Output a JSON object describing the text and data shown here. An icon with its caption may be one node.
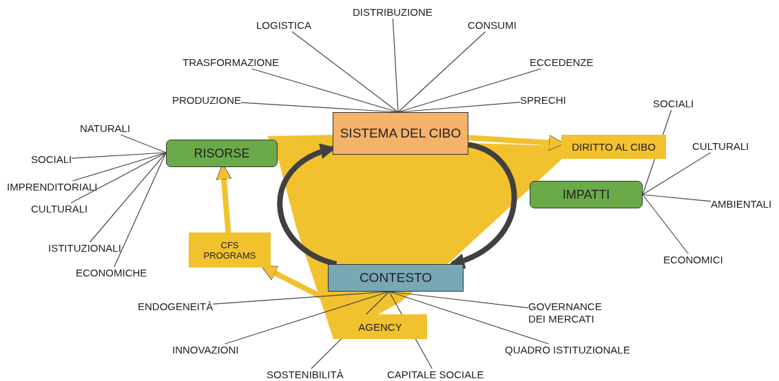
{
  "diagram": {
    "nodes": [
      {
        "text": [
          "SISTEMA DEL CIBO"
        ]
      },
      {
        "text": [
          "RISORSE"
        ]
      },
      {
        "text": [
          "DIRITTO AL CIBO"
        ]
      },
      {
        "text": [
          "IMPATTI"
        ]
      },
      {
        "text": [
          "CFS PROGRAMS"
        ]
      },
      {
        "text": [
          "CONTESTO"
        ]
      },
      {
        "text": [
          "AGENCY"
        ]
      },
      {
        "text": [
          "PRODUZIONE"
        ]
      },
      {
        "text": [
          "TRASFORMAZIONE"
        ]
      },
      {
        "text": [
          "LOGISTICA"
        ]
      },
      {
        "text": [
          "DISTRIBUZIONE"
        ]
      },
      {
        "text": [
          "CONSUMI"
        ]
      },
      {
        "text": [
          "ECCEDENZE"
        ]
      },
      {
        "text": [
          "SPRECHI"
        ]
      },
      {
        "text": [
          "NATURALI"
        ]
      },
      {
        "text": [
          "SOCIALI"
        ]
      },
      {
        "text": [
          "IMPRENDITORIALI"
        ]
      },
      {
        "text": [
          "CULTURALI"
        ]
      },
      {
        "text": [
          "ISTITUZIONALI"
        ]
      },
      {
        "text": [
          "ECONOMICHE"
        ]
      },
      {
        "text": [
          "SOCIALI"
        ]
      },
      {
        "text": [
          "CULTURALI"
        ]
      },
      {
        "text": [
          "AMBIENTALI"
        ]
      },
      {
        "text": [
          "ECONOMICI"
        ]
      },
      {
        "text": [
          "ENDOGENEITÀ"
        ]
      },
      {
        "text": [
          "INNOVAZIONI"
        ]
      },
      {
        "text": [
          "SOSTENIBILITÀ"
        ]
      },
      {
        "text": [
          "CAPITALE SOCIALE"
        ]
      },
      {
        "text": [
          "QUADRO ISTITUZIONALE"
        ]
      },
      {
        "text": [
          "GOVERNANCE DEI MERCATI"
        ]
      }
    ],
    "edges": [
      {
        "from": 0,
        "to": 2,
        "arrow": "to",
        "style": "thick",
        "color": "#f2c12e"
      },
      {
        "from": 4,
        "to": 1,
        "arrow": "to",
        "style": "thick",
        "color": "#f2c12e"
      },
      {
        "from": 6,
        "to": 4,
        "arrow": "to",
        "style": "thick",
        "color": "#f2c12e"
      },
      {
        "from": 5,
        "to": 0,
        "arrow": "to",
        "style": "thick",
        "color": "#404040"
      },
      {
        "from": 0,
        "to": 5,
        "arrow": "to",
        "style": "thick",
        "color": "#404040"
      },
      {
        "from": 7,
        "to": 0,
        "arrow": "none"
      },
      {
        "from": 8,
        "to": 0,
        "arrow": "none"
      },
      {
        "from": 9,
        "to": 0,
        "arrow": "none"
      },
      {
        "from": 10,
        "to": 0,
        "arrow": "none"
      },
      {
        "from": 11,
        "to": 0,
        "arrow": "none"
      },
      {
        "from": 12,
        "to": 0,
        "arrow": "none"
      },
      {
        "from": 13,
        "to": 0,
        "arrow": "none"
      },
      {
        "from": 14,
        "to": 1,
        "arrow": "none"
      },
      {
        "from": 15,
        "to": 1,
        "arrow": "none"
      },
      {
        "from": 16,
        "to": 1,
        "arrow": "none"
      },
      {
        "from": 17,
        "to": 1,
        "arrow": "none"
      },
      {
        "from": 18,
        "to": 1,
        "arrow": "none"
      },
      {
        "from": 19,
        "to": 1,
        "arrow": "none"
      },
      {
        "from": 20,
        "to": 3,
        "arrow": "none"
      },
      {
        "from": 21,
        "to": 3,
        "arrow": "none"
      },
      {
        "from": 22,
        "to": 3,
        "arrow": "none"
      },
      {
        "from": 23,
        "to": 3,
        "arrow": "none"
      },
      {
        "from": 24,
        "to": 5,
        "arrow": "none"
      },
      {
        "from": 25,
        "to": 5,
        "arrow": "none"
      },
      {
        "from": 26,
        "to": 5,
        "arrow": "none"
      },
      {
        "from": 27,
        "to": 5,
        "arrow": "none"
      },
      {
        "from": 28,
        "to": 5,
        "arrow": "none"
      },
      {
        "from": 29,
        "to": 5,
        "arrow": "none"
      }
    ]
  }
}
